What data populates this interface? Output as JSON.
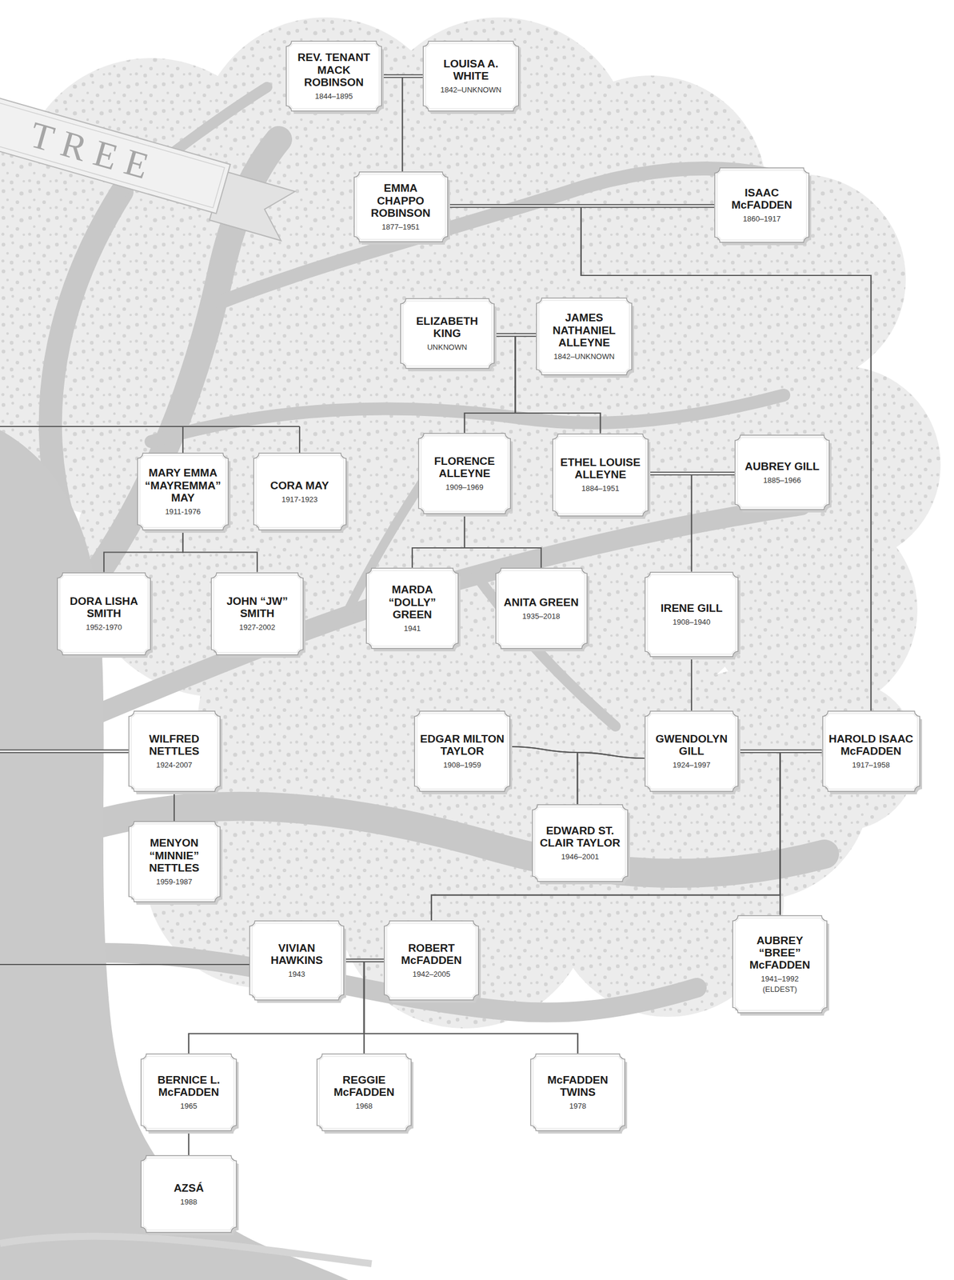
{
  "diagram": {
    "title": "TREE",
    "nodes": [
      {
        "text": [
          "REV. TENANT MACK ROBINSON",
          "1844–1895"
        ]
      },
      {
        "text": [
          "LOUISA A. WHITE",
          "1842–UNKNOWN"
        ]
      },
      {
        "text": [
          "EMMA CHAPPO ROBINSON",
          "1877–1951"
        ]
      },
      {
        "text": [
          "ISAAC McFADDEN",
          "1860–1917"
        ]
      },
      {
        "text": [
          "ELIZABETH KING",
          "UNKNOWN"
        ]
      },
      {
        "text": [
          "JAMES NATHANIEL ALLEYNE",
          "1842–UNKNOWN"
        ]
      },
      {
        "text": [
          "MARY EMMA “MAYREMMA” MAY",
          "1911-1976"
        ]
      },
      {
        "text": [
          "CORA MAY",
          "1917-1923"
        ]
      },
      {
        "text": [
          "FLORENCE ALLEYNE",
          "1909–1969"
        ]
      },
      {
        "text": [
          "ETHEL LOUISE ALLEYNE",
          "1884–1951"
        ]
      },
      {
        "text": [
          "AUBREY GILL",
          "1885–1966"
        ]
      },
      {
        "text": [
          "DORA LISHA SMITH",
          "1952-1970"
        ]
      },
      {
        "text": [
          "JOHN “JW” SMITH",
          "1927-2002"
        ]
      },
      {
        "text": [
          "MARDA “DOLLY” GREEN",
          "1941"
        ]
      },
      {
        "text": [
          "ANITA GREEN",
          "1935–2018"
        ]
      },
      {
        "text": [
          "IRENE GILL",
          "1908–1940"
        ]
      },
      {
        "text": [
          "WILFRED NETTLES",
          "1924-2007"
        ]
      },
      {
        "text": [
          "EDGAR MILTON TAYLOR",
          "1908–1959"
        ]
      },
      {
        "text": [
          "GWENDOLYN GILL",
          "1924–1997"
        ]
      },
      {
        "text": [
          "HAROLD ISAAC McFADDEN",
          "1917–1958"
        ]
      },
      {
        "text": [
          "MENYON “MINNIE” NETTLES",
          "1959-1987"
        ]
      },
      {
        "text": [
          "EDWARD ST. CLAIR TAYLOR",
          "1946–2001"
        ]
      },
      {
        "text": [
          "VIVIAN HAWKINS",
          "1943"
        ]
      },
      {
        "text": [
          "ROBERT McFADDEN",
          "1942–2005"
        ]
      },
      {
        "text": [
          "AUBREY “BREE” McFADDEN",
          "1941–1992",
          "(ELDEST)"
        ]
      },
      {
        "text": [
          "BERNICE L. McFADDEN",
          "1965"
        ]
      },
      {
        "text": [
          "REGGIE McFADDEN",
          "1968"
        ]
      },
      {
        "text": [
          "McFADDEN TWINS",
          "1978"
        ]
      },
      {
        "text": [
          "AZSÁ",
          "1988"
        ]
      }
    ],
    "edges": [
      {
        "from": 0,
        "to": 1,
        "arrow": "none"
      },
      {
        "from": 0,
        "to": 2,
        "arrow": "none"
      },
      {
        "from": 1,
        "to": 2,
        "arrow": "none"
      },
      {
        "from": 2,
        "to": 3,
        "arrow": "none"
      },
      {
        "from": 2,
        "to": 19,
        "arrow": "none"
      },
      {
        "from": 3,
        "to": 19,
        "arrow": "none"
      },
      {
        "from": 4,
        "to": 5,
        "arrow": "none"
      },
      {
        "from": 4,
        "to": 8,
        "arrow": "none"
      },
      {
        "from": 5,
        "to": 8,
        "arrow": "none"
      },
      {
        "from": 4,
        "to": 9,
        "arrow": "none"
      },
      {
        "from": 5,
        "to": 9,
        "arrow": "none"
      },
      {
        "from": 9,
        "to": 10,
        "arrow": "none"
      },
      {
        "from": 9,
        "to": 15,
        "arrow": "none"
      },
      {
        "from": 10,
        "to": 15,
        "arrow": "none"
      },
      {
        "from": 8,
        "to": 13,
        "arrow": "none"
      },
      {
        "from": 8,
        "to": 14,
        "arrow": "none"
      },
      {
        "from": 6,
        "to": 11,
        "arrow": "none"
      },
      {
        "from": 6,
        "to": 12,
        "arrow": "none"
      },
      {
        "from": 15,
        "to": 18,
        "arrow": "none"
      },
      {
        "from": 17,
        "to": 18,
        "arrow": "none"
      },
      {
        "from": 17,
        "to": 21,
        "arrow": "none"
      },
      {
        "from": 18,
        "to": 21,
        "arrow": "none"
      },
      {
        "from": 18,
        "to": 19,
        "arrow": "none"
      },
      {
        "from": 18,
        "to": 23,
        "arrow": "none"
      },
      {
        "from": 19,
        "to": 23,
        "arrow": "none"
      },
      {
        "from": 18,
        "to": 24,
        "arrow": "none"
      },
      {
        "from": 19,
        "to": 24,
        "arrow": "none"
      },
      {
        "from": 16,
        "to": 20,
        "arrow": "none"
      },
      {
        "from": 22,
        "to": 23,
        "arrow": "none"
      },
      {
        "from": 22,
        "to": 25,
        "arrow": "none"
      },
      {
        "from": 23,
        "to": 25,
        "arrow": "none"
      },
      {
        "from": 22,
        "to": 26,
        "arrow": "none"
      },
      {
        "from": 23,
        "to": 26,
        "arrow": "none"
      },
      {
        "from": 22,
        "to": 27,
        "arrow": "none"
      },
      {
        "from": 23,
        "to": 27,
        "arrow": "none"
      },
      {
        "from": 25,
        "to": 28,
        "arrow": "none"
      }
    ]
  }
}
